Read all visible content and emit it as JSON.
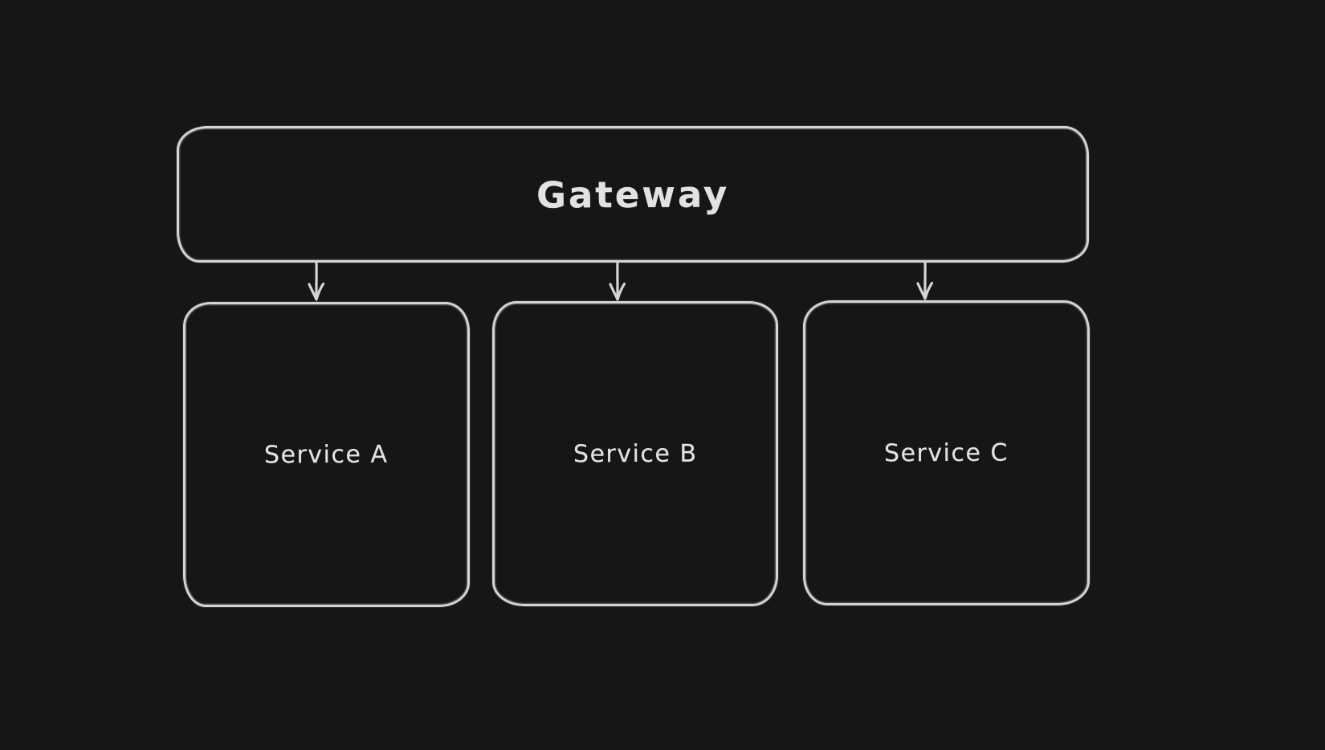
{
  "colors": {
    "background": "#161616",
    "stroke": "#d4d4d4",
    "text": "#e2e2e2"
  },
  "diagram": {
    "type": "flowchart",
    "style": "hand-drawn",
    "nodes": [
      {
        "id": "gateway",
        "label": "Gateway",
        "role": "root"
      },
      {
        "id": "service-a",
        "label": "Service A",
        "role": "child"
      },
      {
        "id": "service-b",
        "label": "Service B",
        "role": "child"
      },
      {
        "id": "service-c",
        "label": "Service C",
        "role": "child"
      }
    ],
    "edges": [
      {
        "from": "gateway",
        "to": "service-a",
        "direction": "down",
        "arrowhead": "open-chevron"
      },
      {
        "from": "gateway",
        "to": "service-b",
        "direction": "down",
        "arrowhead": "open-chevron"
      },
      {
        "from": "gateway",
        "to": "service-c",
        "direction": "down",
        "arrowhead": "open-chevron"
      }
    ]
  }
}
